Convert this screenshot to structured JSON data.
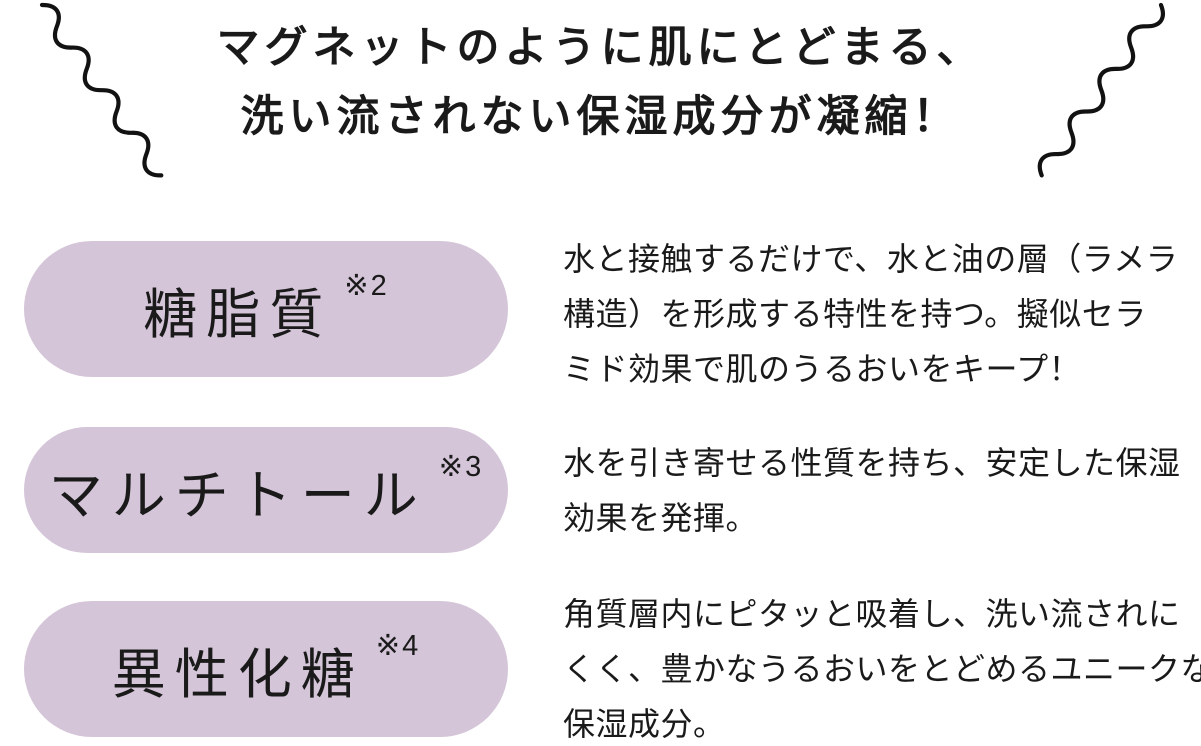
{
  "colors": {
    "pill_bg": "#D4C5D8",
    "text": "#1A1A1A",
    "accent_line": "#121212"
  },
  "header": {
    "line1": "マグネットのように肌にとどまる、",
    "line2": "洗い流されない保湿成分が凝縮！"
  },
  "decor": {
    "left": "wavy-line-icon",
    "right": "wavy-line-icon"
  },
  "ingredients": [
    {
      "name": "糖脂質",
      "note": "※2",
      "description": "水と接触するだけで、水と油の層（ラメラ\n構造）を形成する特性を持つ。擬似セラ\nミド効果で肌のうるおいをキープ！"
    },
    {
      "name": "マルチトール",
      "note": "※3",
      "description": "水を引き寄せる性質を持ち、安定した保湿\n効果を発揮。"
    },
    {
      "name": "異性化糖",
      "note": "※4",
      "description": "角質層内にピタッと吸着し、洗い流されに\nくく、豊かなうるおいをとどめるユニークな\n保湿成分。"
    }
  ]
}
